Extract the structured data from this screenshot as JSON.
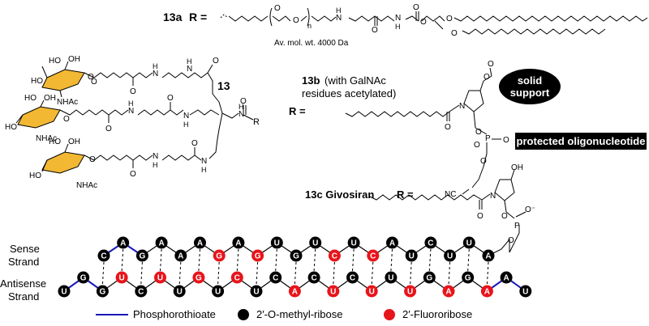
{
  "compound_13a": {
    "label": "13a",
    "r_eq": "R =",
    "peg_n": "n",
    "mol_wt_note": "Av. mol. wt. 4000 Da"
  },
  "compound_13": {
    "label": "13",
    "r_group": "R",
    "nhac": "NHAc",
    "ho": "HO",
    "oh": "OH"
  },
  "compound_13b": {
    "label": "13b",
    "note_line1": "(with GalNAc",
    "note_line2": "residues acetylated)",
    "r_eq": "R =",
    "solid_support_line1": "solid",
    "solid_support_line2": "support",
    "protected_oligo": "protected oligonucleotide",
    "nitrile": "NC",
    "phosphorus": "P",
    "nitrogen": "N"
  },
  "compound_13c": {
    "label": "13c Givosiran",
    "r_eq": "R =",
    "oh": "OH",
    "phosphorus": "P",
    "oxygen_minus": "O⁻",
    "nitrogen": "N"
  },
  "strands": {
    "sense_line1": "Sense",
    "sense_line2": "Strand",
    "antisense_line1": "Antisense",
    "antisense_line2": "Strand",
    "sense_sequence": [
      "C",
      "A",
      "G",
      "A",
      "A",
      "A",
      "G",
      "A",
      "G",
      "U",
      "G",
      "U",
      "C",
      "U",
      "C",
      "A",
      "U",
      "C",
      "U",
      "U",
      "A"
    ],
    "sense_mod": [
      "M",
      "M",
      "M",
      "M",
      "M",
      "M",
      "F",
      "M",
      "F",
      "M",
      "M",
      "M",
      "F",
      "M",
      "F",
      "M",
      "M",
      "M",
      "M",
      "M",
      "M"
    ],
    "antisense_sequence": [
      "U",
      "G",
      "G",
      "U",
      "C",
      "U",
      "U",
      "G",
      "U",
      "C",
      "U",
      "C",
      "A",
      "C",
      "U",
      "C",
      "U",
      "U",
      "U",
      "G",
      "A",
      "G",
      "A",
      "A",
      "U"
    ],
    "antisense_mod": [
      "M",
      "M",
      "M",
      "F",
      "M",
      "F",
      "M",
      "F",
      "M",
      "F",
      "M",
      "M",
      "F",
      "M",
      "F",
      "M",
      "F",
      "M",
      "F",
      "M",
      "F",
      "M",
      "F",
      "M",
      "M"
    ]
  },
  "legend": {
    "phosphorothioate": "Phosphorothioate",
    "methyl": "2′-O-methyl-ribose",
    "fluoro": "2′-Fluororibose"
  },
  "colors": {
    "methyl": "#000000",
    "fluoro": "#e8141b",
    "phosphorothioate": "#1a1ab8",
    "galnac": "#f2b833",
    "bond": "#000000"
  }
}
